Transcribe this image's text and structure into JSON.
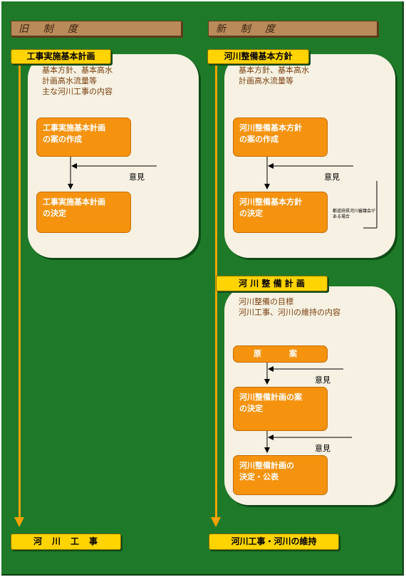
{
  "left": {
    "header": "旧 制 度",
    "plan_label": "工事実施基本計画",
    "note": "基本方針、基本高水\n計画高水流量等\n主な河川工事の内容",
    "box1": "工事実施基本計画\nの案の作成",
    "opinion": "意見",
    "box2": "工事実施基本計画\nの決定",
    "bottom": "河　川　工　事"
  },
  "right": {
    "header": "新 制 度",
    "policy_label": "河川整備基本方針",
    "policy_note": "基本方針、基本高水\n計画高水流量等",
    "pbox1": "河川整備基本方針\nの案の作成",
    "p_opinion": "意見",
    "pbox2": "河川整備基本方針\nの決定",
    "council_note": "都道府県河川審議会が\nある場合",
    "plan_label": "河 川 整 備 計 画",
    "plan_note": "河川整備の目標\n河川工事、河川の維持の内容",
    "draft": "原　案",
    "opinion1": "意見",
    "box_draft_decide": "河川整備計画の案\nの決定",
    "opinion2": "意見",
    "box_final": "河川整備計画の\n決定・公表",
    "bottom": "河川工事・河川の維持"
  },
  "colors": {
    "background": "#1e7a28",
    "panel": "#f6f1e2",
    "label_yellow": "#ffd400",
    "box_orange": "#f5930f",
    "flow_arrow": "#f5a300",
    "header_wood": "#b98a5a"
  }
}
